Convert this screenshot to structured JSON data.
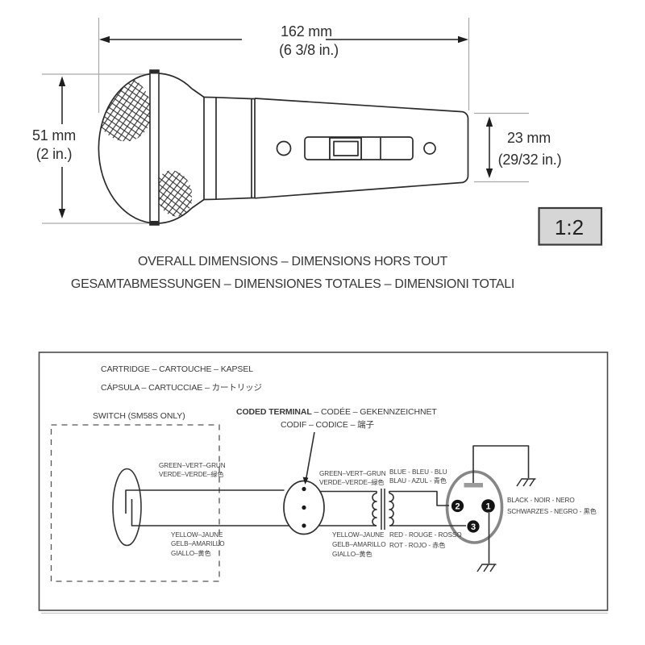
{
  "dims": {
    "width_mm": "162 mm",
    "width_in": "(6 3/8 in.)",
    "height_mm": "51 mm",
    "height_in": "(2 in.)",
    "depth_mm": "23 mm",
    "depth_in": "(29/32 in.)",
    "scale": "1:2",
    "caption1": "OVERALL DIMENSIONS – DIMENSIONS HORS TOUT",
    "caption2": "GESAMTABMESSUNGEN – DIMENSIONES TOTALES – DIMENSIONI TOTALI"
  },
  "wiring": {
    "header1": "CARTRIDGE – CARTOUCHE – KAPSEL",
    "header2": "CÁPSULA – CARTUCCIAE – カートリッジ",
    "switch_label": "SWITCH (SM58S ONLY)",
    "coded_bold": "CODED TERMINAL",
    "coded_rest": " – CODÉE – GEKENNZEICHNET",
    "coded_line2": "CODIF – CODICE – 端子",
    "left_green1": "GREEN–VERT–GRUN",
    "left_green2": "VERDE–VERDE–緑色",
    "left_yellow1": "YELLOW–JAUNE",
    "left_yellow2": "GELB–AMARILLO",
    "left_yellow3": "GIALLO–黄色",
    "mid_green1": "GREEN–VERT–GRUN",
    "mid_green2": "VERDE–VERDE–緑色",
    "mid_yellow1": "YELLOW–JAUNE",
    "mid_yellow2": "GELB–AMARILLO",
    "mid_yellow3": "GIALLO–黄色",
    "blue1": "BLUE - BLEU - BLU",
    "blue2": "BLAU - AZUL - 青色",
    "red1": "RED - ROUGE - ROSSO",
    "red2": "ROT - ROJO - 赤色",
    "black1": "BLACK - NOIR - NERO",
    "black2": "SCHWARZES - NEGRO - 黒色",
    "pin1": "1",
    "pin2": "2",
    "pin3": "3"
  },
  "colors": {
    "line": "#2b2b2b",
    "extension_line": "#a9a9a9",
    "scale_box_fill": "#d6d6d6",
    "xlr_ring": "#868686",
    "pin_fill": "#141414",
    "shell_bar": "#9a9a9a"
  }
}
